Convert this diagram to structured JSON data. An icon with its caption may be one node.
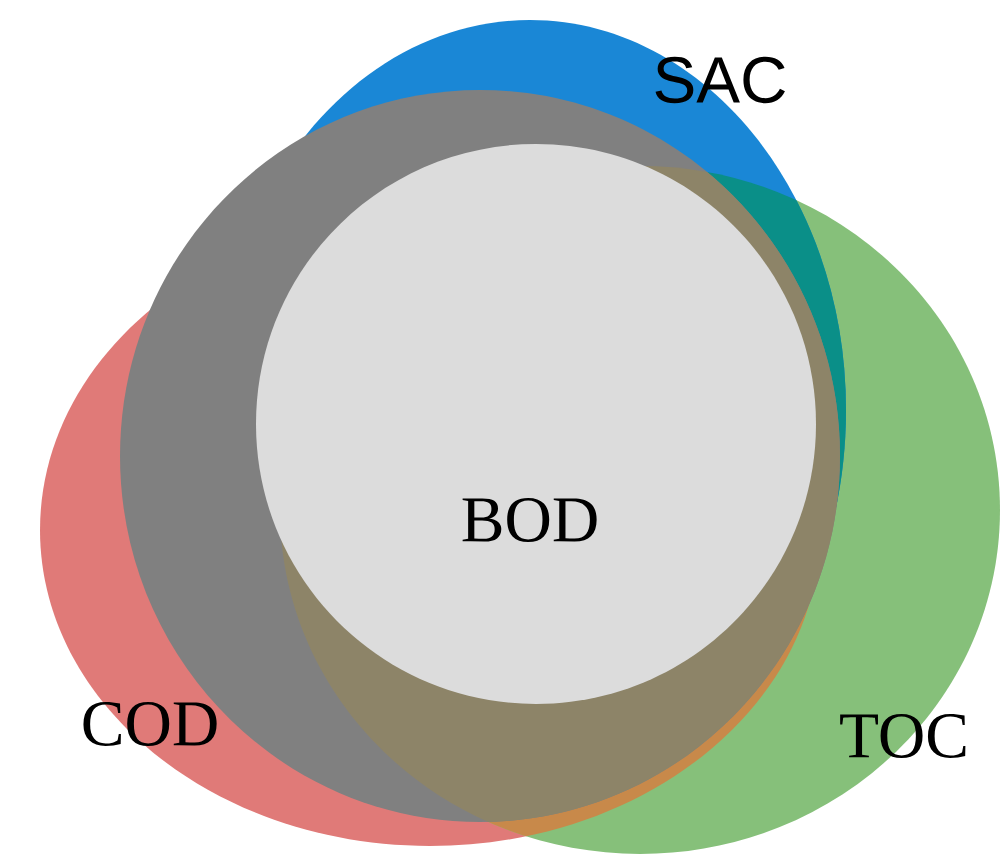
{
  "diagram": {
    "labels": [
      "SAC",
      "BOD",
      "COD",
      "TOC"
    ]
  }
}
